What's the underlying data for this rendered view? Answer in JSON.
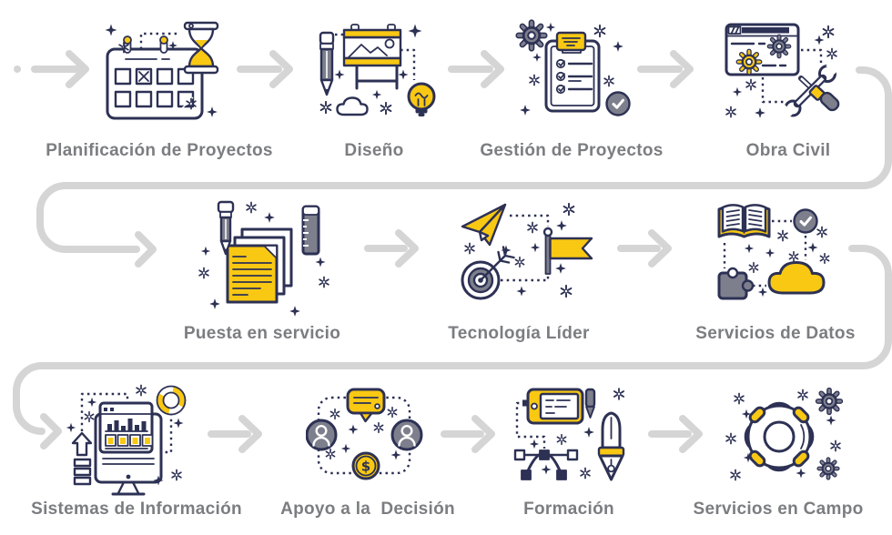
{
  "colors": {
    "accent_yellow": "#F8C813",
    "outline_navy": "#2D3154",
    "icon_gray": "#7D7F8C",
    "arrow_gray": "#D5D5D5",
    "label_gray": "#7C7D81",
    "background": "#FFFFFF"
  },
  "rows": [
    {
      "items": [
        {
          "label": "Planificación de Proyectos",
          "icon": "calendar-hourglass-icon"
        },
        {
          "label": "Diseño",
          "icon": "easel-pen-bulb-icon"
        },
        {
          "label": "Gestión de Proyectos",
          "icon": "clipboard-checklist-icon"
        },
        {
          "label": "Obra Civil",
          "icon": "window-tools-icon"
        }
      ]
    },
    {
      "items": [
        {
          "label": "Puesta en servicio",
          "icon": "documents-pencil-ruler-icon"
        },
        {
          "label": "Tecnología Líder",
          "icon": "target-plane-flag-icon"
        },
        {
          "label": "Servicios de Datos",
          "icon": "book-cloud-puzzle-icon"
        }
      ]
    },
    {
      "items": [
        {
          "label": "Sistemas de Información",
          "icon": "monitor-chart-icon"
        },
        {
          "label": "Apoyo a la  Decisión",
          "icon": "people-money-chat-icon"
        },
        {
          "label": "Formación",
          "icon": "tablet-pen-bezier-icon"
        },
        {
          "label": "Servicios en Campo",
          "icon": "lifebuoy-gears-icon"
        }
      ]
    }
  ]
}
